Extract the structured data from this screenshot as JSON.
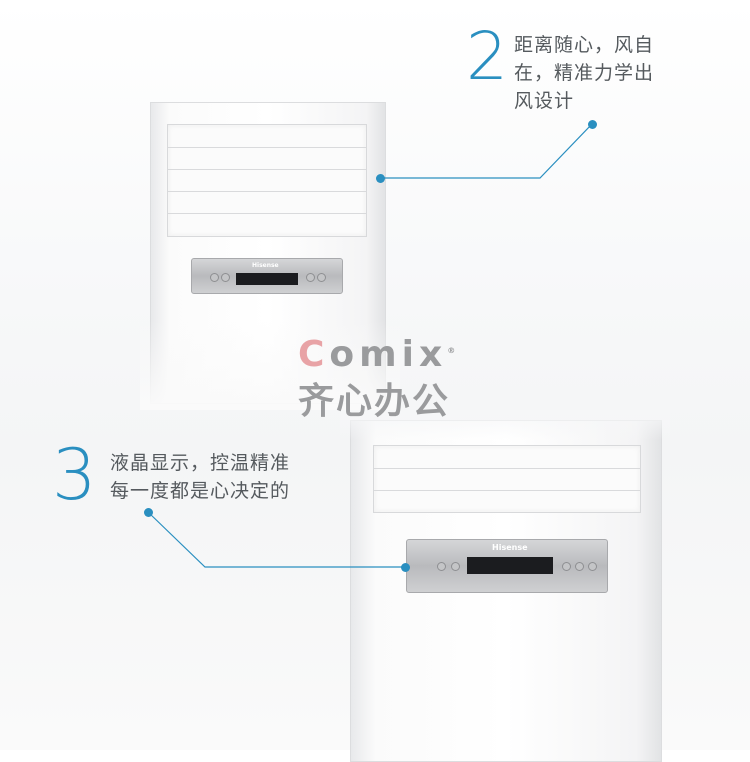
{
  "callouts": [
    {
      "number": "2",
      "lines": [
        "距离随心，风自",
        "在，精准力学出",
        "风设计"
      ]
    },
    {
      "number": "3",
      "lines": [
        "液晶显示，控温精准",
        "每一度都是心决定的"
      ]
    }
  ],
  "product": {
    "brand": "Hisense"
  },
  "watermark": {
    "en": "Comix",
    "en_first": "C",
    "en_rest": "omix",
    "cn": "齐心办公",
    "registered": "®"
  },
  "colors": {
    "accent": "#2a8fc0",
    "text": "#555a5e"
  }
}
